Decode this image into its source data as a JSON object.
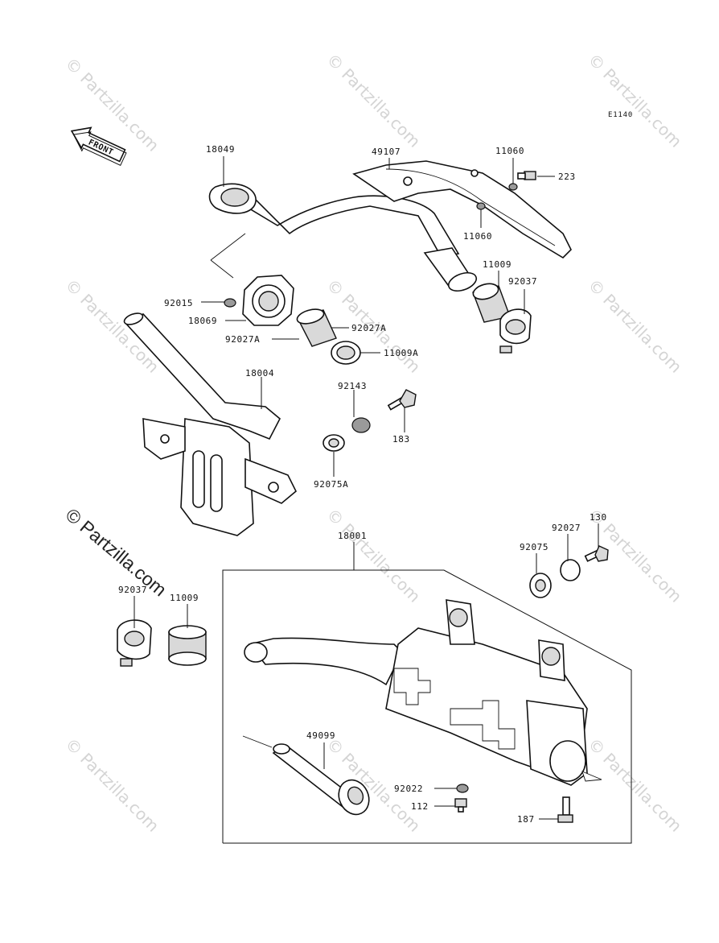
{
  "diagram_code": "E1140",
  "front_label": "FRONT",
  "watermark_text": "© Partzilla.com",
  "watermark_prominent": "© Partzilla.com",
  "callouts": {
    "p18049": "18049",
    "p49107": "49107",
    "p11060_top": "11060",
    "p223": "223",
    "p11060_mid": "11060",
    "p11009_top": "11009",
    "p92037_top": "92037",
    "p92015": "92015",
    "p18069": "18069",
    "p92027A_right": "92027A",
    "p92027A_left": "92027A",
    "p11009A": "11009A",
    "p18004": "18004",
    "p92143": "92143",
    "p183": "183",
    "p92075A": "92075A",
    "p130": "130",
    "p92027": "92027",
    "p92075": "92075",
    "p18001": "18001",
    "p92037_bottom": "92037",
    "p11009_bottom": "11009",
    "p49099": "49099",
    "p92022": "92022",
    "p112": "112",
    "p187": "187"
  }
}
